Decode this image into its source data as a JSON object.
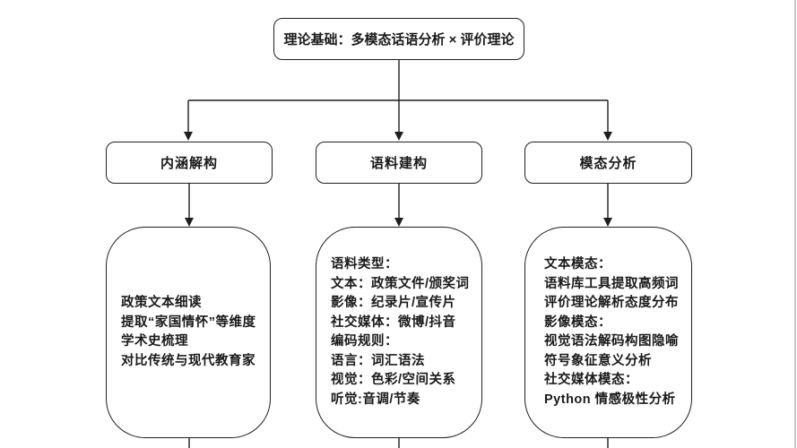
{
  "diagram": {
    "title": "理论基础：多模态话语分析 × 评价理论",
    "root": {
      "label": "理论基础：多模态话语分析 × 评价理论"
    },
    "branches": [
      {
        "label": "内涵解构",
        "details": [
          "政策文本细读",
          "提取“家国情怀”等维度",
          "学术史梳理",
          "对比传统与现代教育家"
        ]
      },
      {
        "label": "语料建构",
        "details": [
          "语料类型：",
          "文本：政策文件/颁奖词",
          "影像：纪录片/宣传片",
          "社交媒体：微博/抖音",
          "编码规则：",
          "语言：词汇语法",
          "视觉：色彩/空间关系",
          "听觉:音调/节奏"
        ]
      },
      {
        "label": "模态分析",
        "details": [
          "文本模态：",
          "语料库工具提取高频词",
          "评价理论解析态度分布",
          "影像模态：",
          "视觉语法解码构图隐喻",
          "符号象征意义分析",
          "社交媒体模态：",
          "Python 情感极性分析"
        ]
      }
    ],
    "colors": {
      "line": "#1f1f1f",
      "border": "#1f1f1f",
      "text": "#1a1a1a",
      "background": "#ffffff",
      "edge_divider": "#c9c9c9"
    }
  }
}
